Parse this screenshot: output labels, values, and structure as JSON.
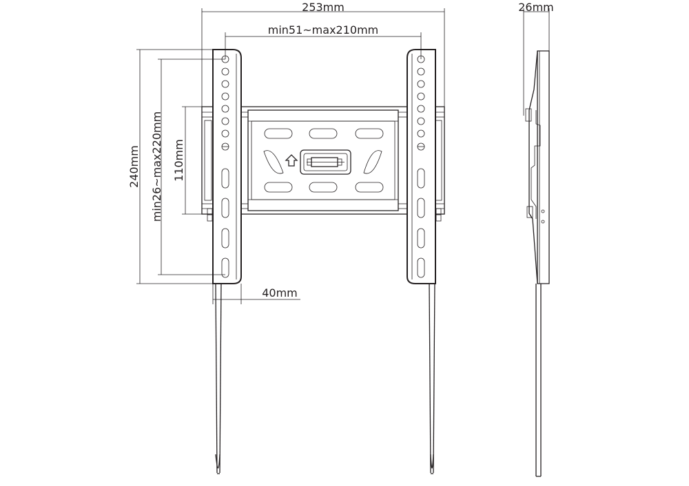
{
  "dimensions": {
    "overall_width": "253mm",
    "horizontal_hole_spacing": "min51~max210mm",
    "depth": "26mm",
    "overall_height": "240mm",
    "vertical_hole_spacing": "min26~max220mm",
    "center_plate_height": "110mm",
    "arm_width": "40mm"
  },
  "colors": {
    "line": "#231f20",
    "background": "#ffffff"
  },
  "icons": {
    "level_arrow": "up-arrow-icon",
    "bubble_level": "bubble-level-icon"
  }
}
